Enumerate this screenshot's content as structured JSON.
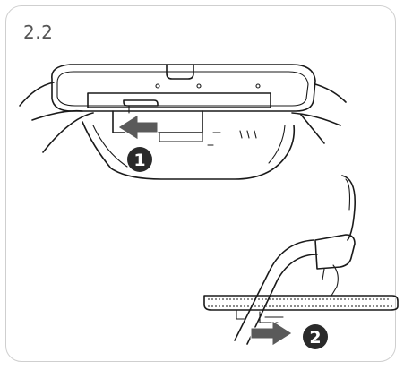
{
  "step": {
    "label": "2.2"
  },
  "callouts": [
    {
      "number": "1",
      "action": "slide-left"
    },
    {
      "number": "2",
      "action": "pull-right"
    }
  ],
  "colors": {
    "ink": "#1a1a1a",
    "arrow": "#5a5a5a",
    "badge": "#2a2a2a",
    "frame": "#cfcfcf",
    "label": "#555555"
  }
}
